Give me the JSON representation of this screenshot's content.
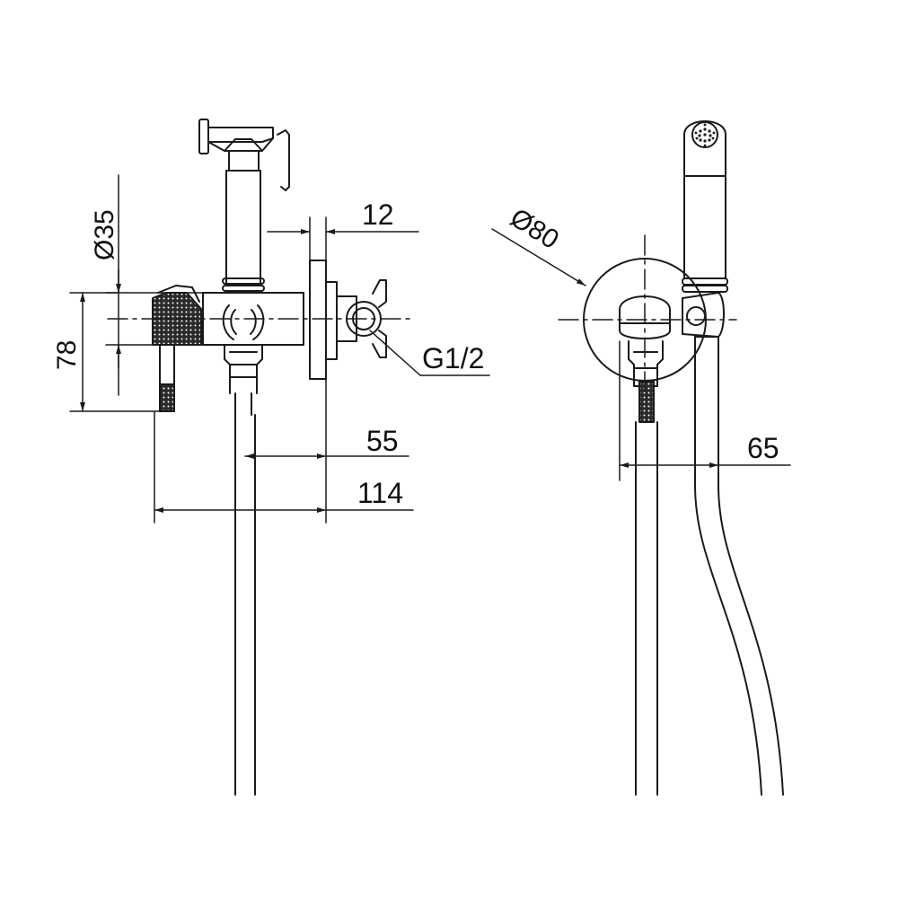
{
  "dimensions": {
    "d35": "Ø35",
    "d78": "78",
    "d12": "12",
    "g12": "G1/2",
    "d55": "55",
    "d114": "114",
    "d80": "Ø80",
    "d65": "65"
  },
  "colors": {
    "line": "#1a1a1a",
    "hatch": "#333333",
    "background": "#ffffff"
  }
}
